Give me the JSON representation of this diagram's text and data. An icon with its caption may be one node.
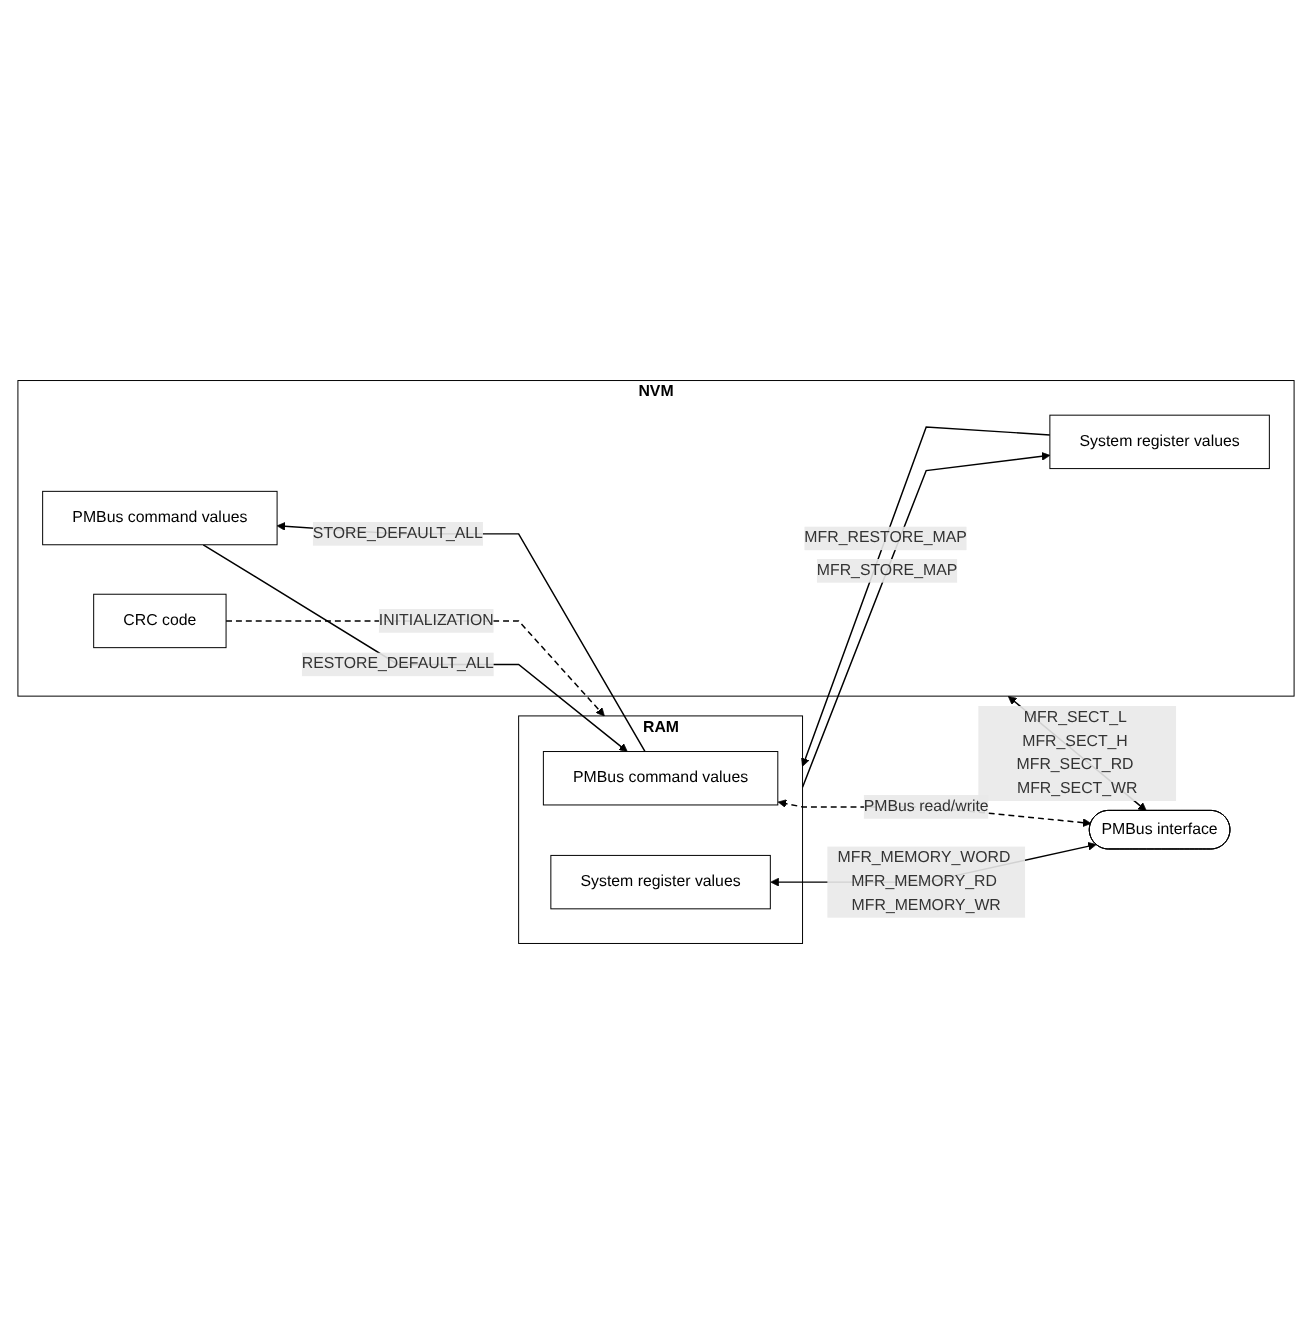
{
  "diagram": {
    "nodes": [
      {
        "text": [
          "NVM"
        ]
      },
      {
        "text": [
          "PMBus command values"
        ],
        "in": 0
      },
      {
        "text": [
          "System register values"
        ],
        "in": 0
      },
      {
        "text": [
          "CRC code"
        ],
        "in": 0
      },
      {
        "text": [
          "RAM"
        ]
      },
      {
        "text": [
          "PMBus command values"
        ],
        "in": 4
      },
      {
        "text": [
          "System register values"
        ],
        "in": 4
      },
      {
        "text": [
          "PMBus interface"
        ]
      }
    ],
    "edges": [
      {
        "from": 5,
        "to": 1,
        "arrow": "to",
        "label": "STORE_DEFAULT_ALL"
      },
      {
        "from": 1,
        "to": 5,
        "arrow": "to",
        "label": "RESTORE_DEFAULT_ALL"
      },
      {
        "from": 4,
        "to": 2,
        "arrow": "to",
        "label": "MFR_STORE_MAP"
      },
      {
        "from": 2,
        "to": 4,
        "arrow": "to",
        "label": "MFR_RESTORE_MAP"
      },
      {
        "from": 3,
        "to": 4,
        "arrow": "to",
        "label": "INITIALIZATION",
        "style": "dashed"
      },
      {
        "from": 0,
        "to": 7,
        "arrow": "both",
        "label": "MFR_SECT_L MFR_SECT_H MFR_SECT_RD MFR_SECT_WR"
      },
      {
        "from": 6,
        "to": 7,
        "arrow": "both",
        "label": "MFR_MEMORY_WORD MFR_MEMORY_RD MFR_MEMORY_WR"
      },
      {
        "from": 5,
        "to": 7,
        "arrow": "both",
        "label": "PMBus read/write",
        "style": "dashed"
      }
    ]
  }
}
